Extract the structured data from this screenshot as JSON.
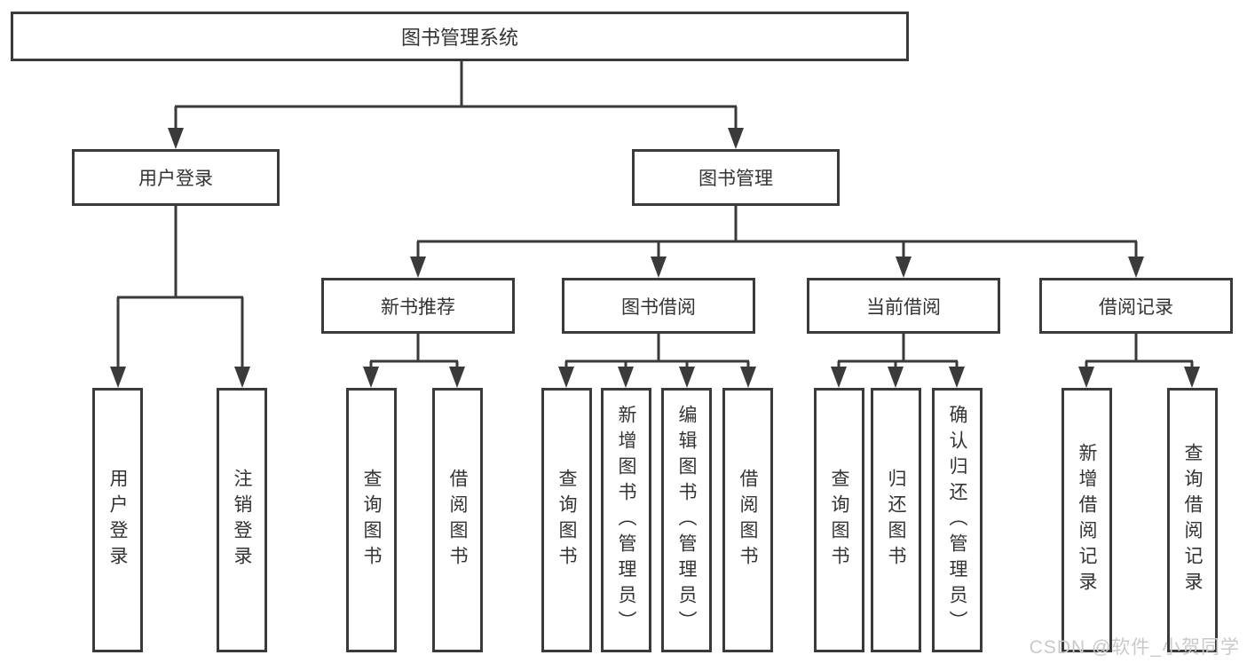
{
  "diagram": {
    "root": {
      "label": "图书管理系统"
    },
    "level2": {
      "user_login": {
        "label": "用户登录"
      },
      "book_mgmt": {
        "label": "图书管理"
      }
    },
    "level3": {
      "new_book": {
        "label": "新书推荐"
      },
      "book_borrow": {
        "label": "图书借阅"
      },
      "current_borrow": {
        "label": "当前借阅"
      },
      "borrow_record": {
        "label": "借阅记录"
      }
    },
    "leaves": {
      "user_login": [
        "用户登录",
        "注销登录"
      ],
      "new_book": [
        "查询图书",
        "借阅图书"
      ],
      "book_borrow": [
        "查询图书",
        "新增图书（管理员）",
        "编辑图书（管理员）",
        "借阅图书"
      ],
      "current_borrow": [
        "查询图书",
        "归还图书",
        "确认归还（管理员）"
      ],
      "borrow_record": [
        "新增借阅记录",
        "查询借阅记录"
      ]
    }
  },
  "watermark": "CSDN @软件_小贺同学",
  "colors": {
    "line": "#3a3a3a",
    "text": "#333333",
    "background": "#ffffff",
    "watermark": "#c9c9c9"
  }
}
